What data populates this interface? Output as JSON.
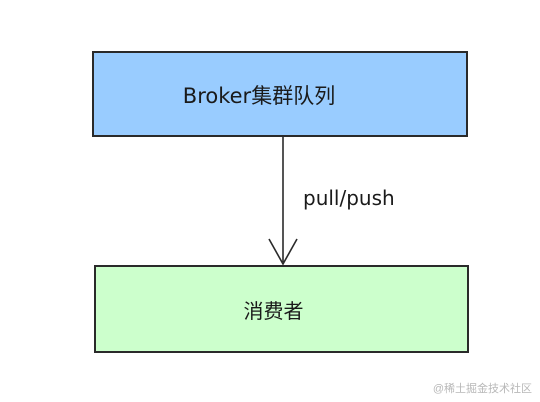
{
  "diagram": {
    "nodes": [
      {
        "id": "broker",
        "label": "Broker集群队列",
        "fill": "#99ccff"
      },
      {
        "id": "consumer",
        "label": "消费者",
        "fill": "#ccffcc"
      }
    ],
    "edges": [
      {
        "from": "broker",
        "to": "consumer",
        "label": "pull/push"
      }
    ]
  },
  "watermark": "@稀土掘金技术社区"
}
